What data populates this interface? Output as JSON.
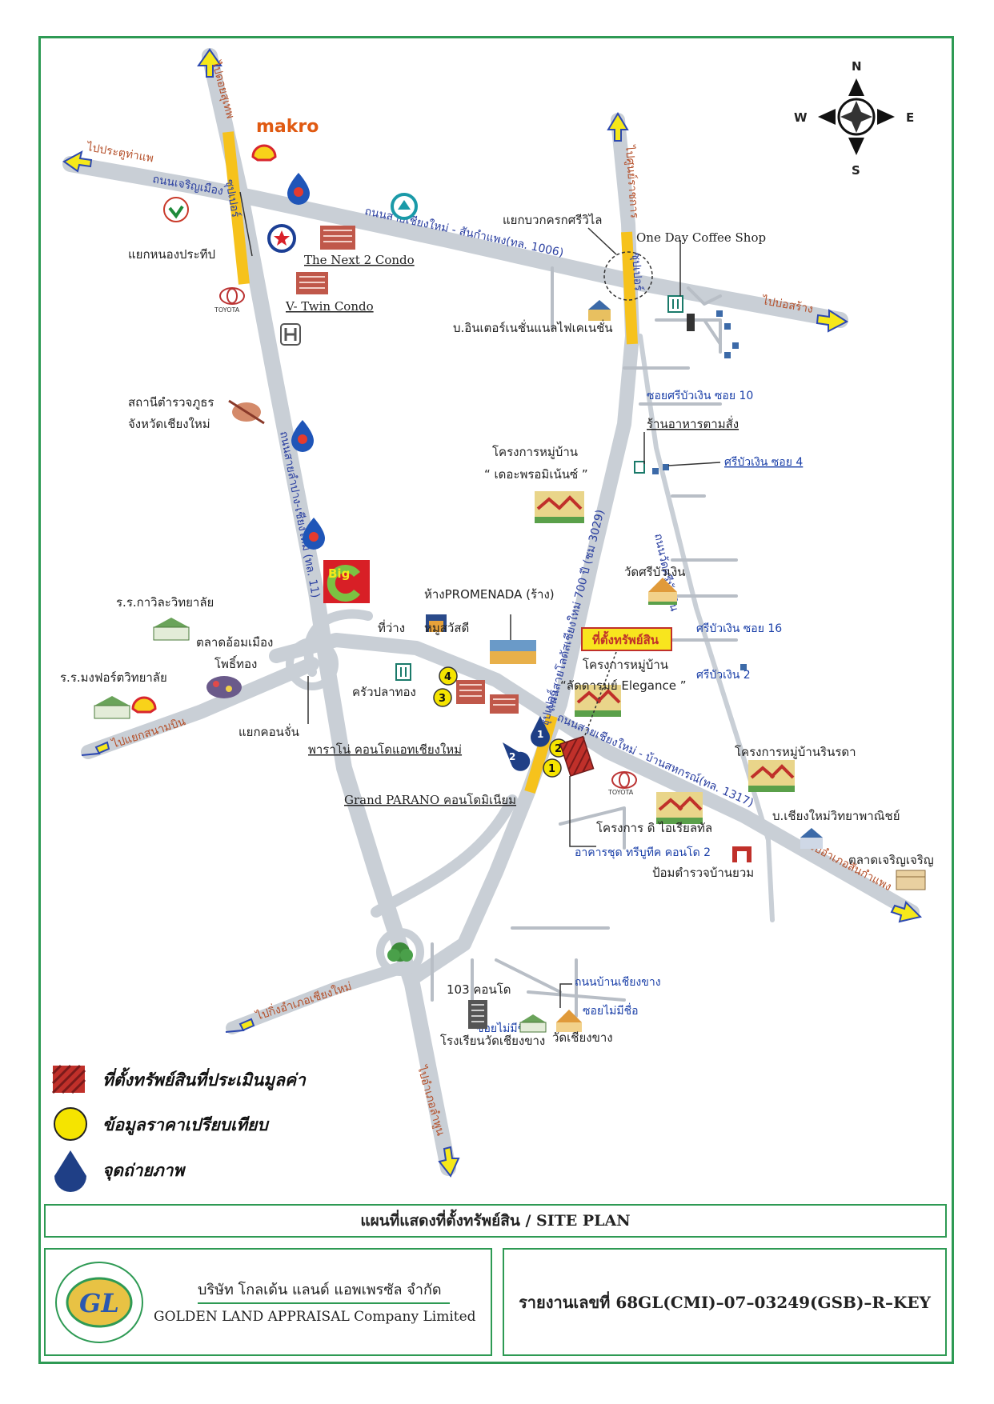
{
  "compass": {
    "n": "N",
    "s": "S",
    "e": "E",
    "w": "W"
  },
  "directions": {
    "top_left": "ไปดอยสุเทพ",
    "left_upper": "ไปประตูท่าแพ",
    "top_mid": "ไปศูนย์ราชการ",
    "right_upper": "ไปบ่อสร้าง",
    "left_mid": "ไปแยกสนามบิน",
    "right_lower": "ไปอำเภอสันกำแพง",
    "left_lower": "ไปกิ่งอำเภอเชียงใหม่",
    "bottom": "ไปอำเภอลำพูน"
  },
  "roads": {
    "charoen_muang": "ถนนเจริญเมือง",
    "super_highway_1006": "ถนนสายเชียงใหม่ - สันกำแพง(ทล. 1006)",
    "highway_11": "ถนนสายลำปาง-เชียงใหม่ (ทล. 11)",
    "road_700": "ถนนสายโลตัสเชียงใหม่ 700 ปี (ชม 3029)",
    "road_1317": "ถนนสายเชียงใหม่ - บ้านสหกรณ์(ทล. 1317)",
    "super_hw_tag1": "ซุปเปอร์",
    "super_hw_tag2": "ซุปเปอร์",
    "super_hw_tag3": "ซุปเปอร์",
    "soi_wat": "ถนนวัดศรีบัวเงิน",
    "road_ban": "ถนนบ้านเชียงขาง"
  },
  "places": {
    "makro": "makro",
    "nong_prathip": "แยกหนองประทีป",
    "next2": "The Next 2 Condo",
    "vtwin": "V- Twin Condo",
    "toyota_top": "TOYOTA",
    "toyota_bottom": "TOYOTA",
    "police_1": "สถานีตำรวจภูธร",
    "police_2": "จังหวัดเชียงใหม่",
    "sriwilai": "แยกบวกครกศรีวิไล",
    "oneday": "One Day Coffee Shop",
    "intl_fashion": "บ.อินเตอร์เนชั่นแนลไฟเคเนชั่น",
    "restaurant": "ร้านอาหารตามสั่ง",
    "sribuangoen_soi4": "ศรีบัวเงิน ซอย 4",
    "proj_dome_1": "โครงการหมู่บ้าน",
    "proj_dome_2": "“ เดอะพรอมิเน้นซ์ ”",
    "big_c": "Big",
    "wat_sribuangoen": "วัดศรีบัวเงิน",
    "promenada": "ห้างPROMENADA (ร้าง)",
    "kawila": "ร.ร.กาวิละวิทยาลัย",
    "muang_market_1": "ตลาดอ้อมเมือง",
    "muang_market_2": "โพธิ์ทอง",
    "mongfort": "ร.ร.มงฟอร์ตวิทยาลัย",
    "vacant": "ที่ว่าง",
    "moo_sawadee": "หมูสวัสดี",
    "krua_pla_thong": "ครัวปลาทอง",
    "property_tag": "ที่ตั้งทรัพย์สิน",
    "proj_lad_1": "โครงการหมู่บ้าน",
    "proj_lad_2": "“ลัดดารมย์ Elegance ”",
    "kon_jan": "แยกคอนจั่น",
    "parano": "พาราโน่ คอนโดแอทเชียงใหม่",
    "grand_parano": "Grand PARANO คอนโดมิเนียม",
    "rinrada": "โครงการหมู่บ้านรินรดา",
    "ideal": "โครงการ ดิ ไอเรียลทัล",
    "cm_business": "บ.เชียงใหม่วิทยาพาณิชย์",
    "tribute": "อาคารชุด ทรีบูทีค คอนโด 2",
    "police_box": "ป้อมตำรวจบ้านยวม",
    "charoen_market": "ตลาดเจริญเจริญ",
    "condo_103": "103 คอนโด",
    "school_wat": "โรงเรียนวัดเชียงขาง",
    "wat_chiangkhang": "วัดเชียงขาง",
    "soi_small_1": "ซอยศรีบัวเงิน ซอย 10",
    "soi_small_2": "ศรีบัวเงิน ซอย 16",
    "soi_small_3": "ศรีบัวเงิน 2",
    "soi_small_4": "ซอยไม่มีชื่อ",
    "soi_small_5": "ซอยไม่มีชื่อ"
  },
  "markers": {
    "compare": [
      "4",
      "3",
      "2",
      "1"
    ],
    "photo": [
      "1",
      "2"
    ]
  },
  "legend": {
    "property": "ที่ตั้งทรัพย์สินที่ประเมินมูลค่า",
    "comparison": "ข้อมูลราคาเปรียบเทียบ",
    "photo": "จุดถ่ายภาพ"
  },
  "colors": {
    "road": "#c9cfd6",
    "highlight": "#f6c21c",
    "frame": "#2e9a54",
    "property": "#c0302a",
    "comparison": "#f5e400",
    "photo": "#1f3f86"
  },
  "title": "แผนที่แสดงที่ตั้งทรัพย์สิน / SITE PLAN",
  "footer": {
    "company_th": "บริษัท โกลเด้น แลนด์ แอพเพรซัล จำกัด",
    "company_en": "GOLDEN LAND APPRAISAL Company Limited",
    "logo_text": "GL",
    "report": "รายงานเลขที่ 68GL(CMI)–07–03249(GSB)–R–KEY"
  }
}
